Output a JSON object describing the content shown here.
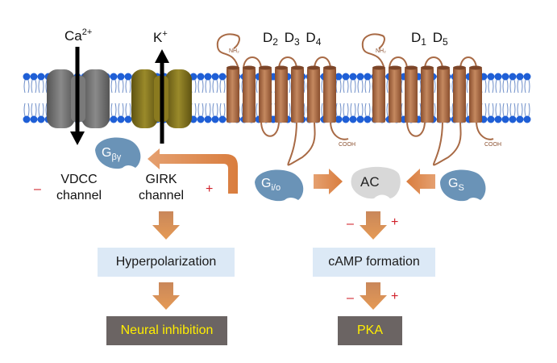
{
  "ions": {
    "ca": {
      "base": "Ca",
      "sup": "2+"
    },
    "k": {
      "base": "K",
      "sup": "+"
    }
  },
  "receptors": {
    "group_left": [
      {
        "base": "D",
        "sub": "2"
      },
      {
        "base": "D",
        "sub": "3"
      },
      {
        "base": "D",
        "sub": "4"
      }
    ],
    "group_right": [
      {
        "base": "D",
        "sub": "1"
      },
      {
        "base": "D",
        "sub": "5"
      }
    ],
    "nh2": "NH₂",
    "cooh": "COOH"
  },
  "proteins": {
    "g_beta_gamma": {
      "base": "G",
      "sub": "βγ"
    },
    "g_io": {
      "base": "G",
      "sub": "i/o"
    },
    "g_s": {
      "base": "G",
      "sub": "S"
    },
    "ac": "AC"
  },
  "channels": {
    "vdcc_line1": "VDCC",
    "vdcc_line2": "channel",
    "girk_line1": "GIRK",
    "girk_line2": "channel"
  },
  "signs": {
    "minus": "–",
    "plus": "+"
  },
  "boxes": {
    "hyperpolarization": "Hyperpolarization",
    "camp": "cAMP formation",
    "neural_inhibition": "Neural inhibition",
    "pka": "PKA"
  },
  "colors": {
    "membrane_head": "#1f5fd6",
    "vdcc": "#6e6e6e",
    "girk": "#807018",
    "receptor": "#a86a45",
    "g_protein": "#6a93b7",
    "ac": "#d8d8d8",
    "arrow": "#d9864e",
    "light_box": "#dce9f6",
    "dark_box": "#6b6463",
    "dark_box_text": "#ffee00",
    "sign": "#d0202a"
  }
}
